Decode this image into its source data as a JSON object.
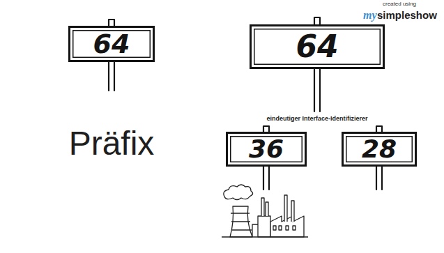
{
  "diagram": {
    "nodes": [
      {
        "text": [
          "64"
        ]
      },
      {
        "text": [
          "64"
        ]
      },
      {
        "text": [
          "36"
        ]
      },
      {
        "text": [
          "28"
        ]
      }
    ],
    "labels": [
      "Präfix",
      "eindeutiger Interface-Identifizierer",
      "created using",
      "my",
      "simpleshow"
    ]
  }
}
